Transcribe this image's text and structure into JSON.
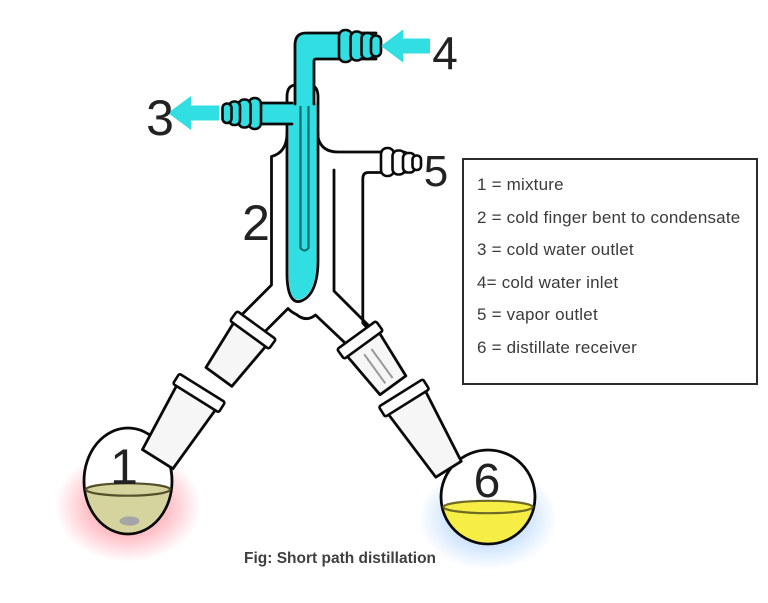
{
  "figure": {
    "caption": "Fig: Short path distillation",
    "labels": {
      "mixture_flask": "1",
      "cold_finger": "2",
      "water_outlet": "3",
      "water_inlet": "4",
      "vapor_outlet": "5",
      "receiver_flask": "6"
    },
    "legend": {
      "items": [
        "1 = mixture",
        "2 = cold finger bent to condensate",
        "3 = cold water outlet",
        "4= cold water inlet",
        "5 = vapor outlet",
        "6 = distillate receiver"
      ]
    },
    "colors": {
      "coolant": "#31dfe3",
      "mixture_liquid": "#d5d39e",
      "distillate_liquid": "#f6ee45",
      "heat_glow": "#ff697d",
      "cool_glow": "#82b9fa",
      "outline": "#0a0a0a"
    }
  }
}
